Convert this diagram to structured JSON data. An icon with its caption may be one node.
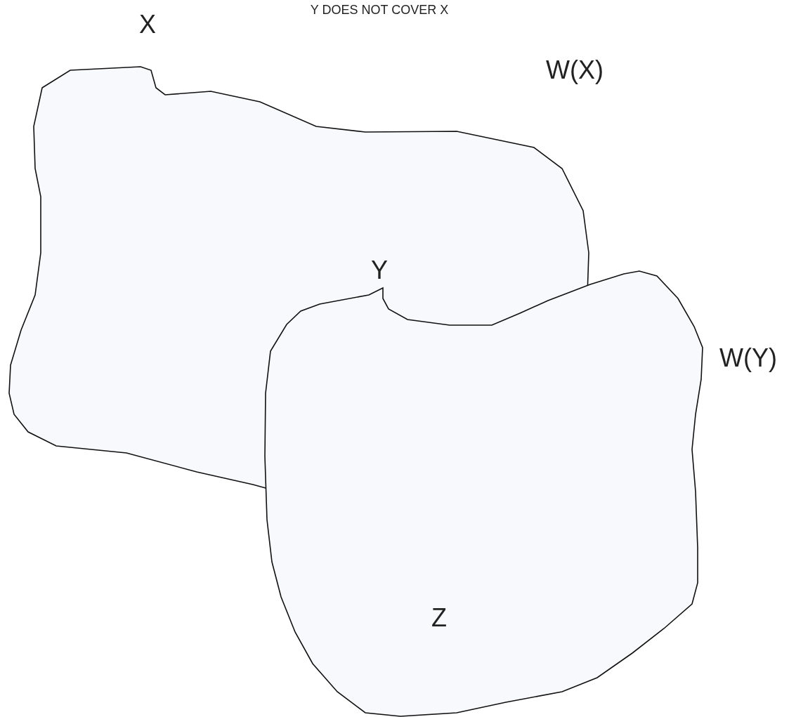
{
  "diagram": {
    "title": "Y DOES NOT COVER X",
    "labels": [
      "X",
      "W(X)",
      "Y",
      "W(Y)",
      "Z"
    ]
  }
}
